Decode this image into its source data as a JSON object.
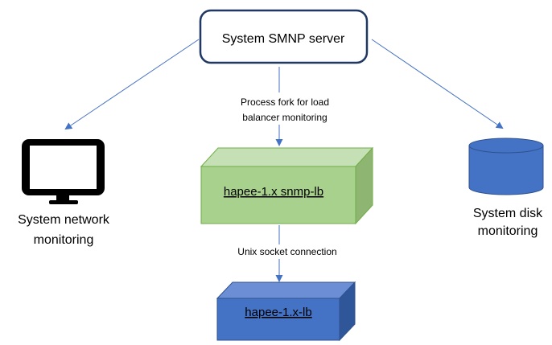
{
  "server": {
    "label": "System SMNP server"
  },
  "fork_edge": {
    "line1": "Process fork for load",
    "line2": "balancer monitoring"
  },
  "snmp_lb": {
    "label": "hapee-1.x snmp-lb"
  },
  "socket_edge": {
    "label": "Unix socket connection"
  },
  "lb": {
    "label": "hapee-1.x-lb"
  },
  "network": {
    "line1": "System network",
    "line2": "monitoring",
    "icon": "monitor-icon"
  },
  "disk": {
    "line1": "System disk",
    "line2": "monitoring",
    "icon": "database-cylinder-icon"
  },
  "colors": {
    "arrow": "#4472c4",
    "green_front": "#a9d18e",
    "green_top": "#c5e0b4",
    "green_side": "#8fb573",
    "green_stroke": "#70ad47",
    "blue_front": "#4472c4",
    "blue_top": "#6c8ed4",
    "blue_side": "#30569a",
    "blue_stroke": "#2f528f",
    "server_border": "#203864"
  }
}
